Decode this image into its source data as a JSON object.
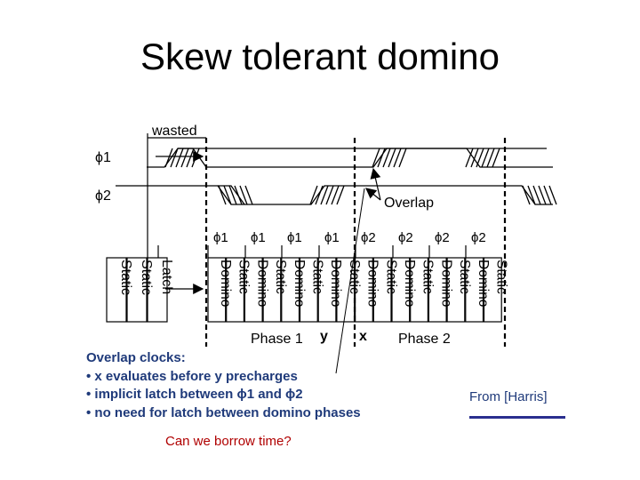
{
  "title": "Skew tolerant domino",
  "diagram": {
    "wasted_label": "wasted",
    "overlap_label": "Overlap",
    "clock_phi1": "ϕ1",
    "clock_phi2": "ϕ2",
    "stage_clock_labels": [
      "ϕ1",
      "ϕ1",
      "ϕ1",
      "ϕ1",
      "ϕ2",
      "ϕ2",
      "ϕ2",
      "ϕ2"
    ],
    "left_block_labels": [
      "Static",
      "Static",
      "Latch"
    ],
    "gate_labels": [
      "Domino",
      "Static",
      "Domino",
      "Static",
      "Domino",
      "Static",
      "Domino",
      "Static",
      "Domino",
      "Static",
      "Domino",
      "Static",
      "Domino",
      "Static",
      "Domino",
      "Static"
    ],
    "phase1_label": "Phase 1",
    "phase2_label": "Phase 2",
    "node_y": "y",
    "node_x": "x"
  },
  "notes": {
    "heading": "Overlap clocks:",
    "bullets": [
      "• x evaluates before y precharges",
      "• implicit latch between ϕ1 and ϕ2",
      "• no need for latch between domino phases"
    ]
  },
  "source": "From [Harris]",
  "question": "Can we borrow time?",
  "colors": {
    "notes": "#1f3a7a",
    "question": "#b00000",
    "source_rule": "#2a2f8f"
  }
}
